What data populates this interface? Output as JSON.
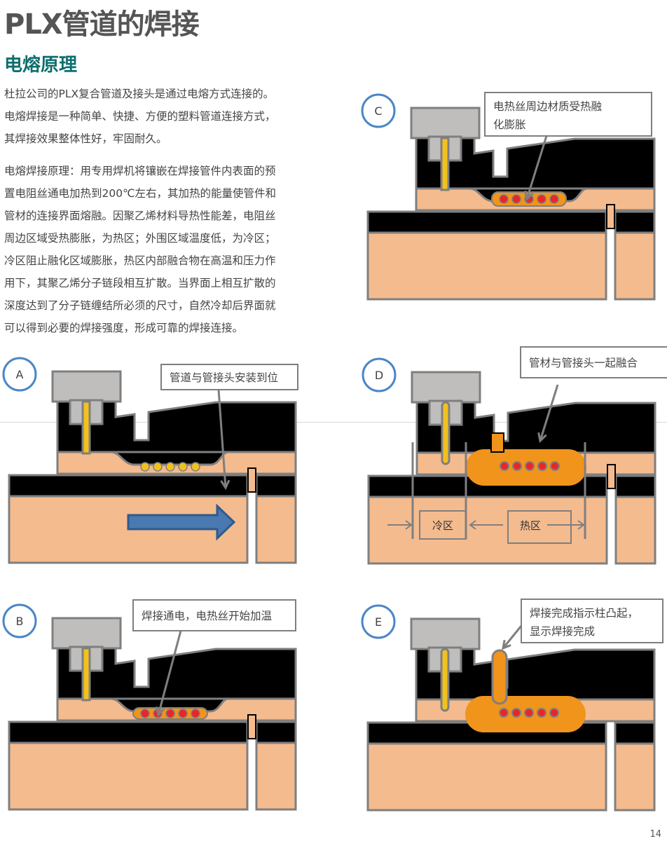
{
  "title": "PLX管道的焊接",
  "subtitle": "电熔原理",
  "intro_lines": [
    "杜拉公司的PLX复合管道及接头是通过电熔方式连接的。",
    "电熔焊接是一种简单、快捷、方便的塑料管道连接方式，",
    "其焊接效果整体性好，牢固耐久。"
  ],
  "principle_lines": [
    "电熔焊接原理：用专用焊机将镶嵌在焊接管件内表面的预",
    "置电阻丝通电加热到200℃左右，其加热的能量使管件和",
    "管材的连接界面熔融。因聚乙烯材料导热性能差，电阻丝",
    "周边区域受热膨胀，为热区；外围区域温度低，为冷区；",
    "冷区阻止融化区域膨胀，热区内部融合物在高温和压力作",
    "用下，其聚乙烯分子链段相互扩散。当界面上相互扩散的",
    "深度达到了分子链缠结所必须的尺寸，自然冷却后界面就",
    "可以得到必要的焊接强度，形成可靠的焊接连接。"
  ],
  "panels": {
    "A": {
      "letter": "A",
      "caption": [
        "管道与管接头安装到位"
      ]
    },
    "B": {
      "letter": "B",
      "caption": [
        "焊接通电，电热丝开始加温"
      ]
    },
    "C": {
      "letter": "C",
      "caption": [
        "电热丝周边材质受热融",
        "化膨胀"
      ]
    },
    "D": {
      "letter": "D",
      "caption": [
        "管材与管接头一起融合"
      ],
      "cold_zone": "冷区",
      "hot_zone": "热区"
    },
    "E": {
      "letter": "E",
      "caption": [
        "焊接完成指示柱凸起，",
        "显示焊接完成"
      ]
    }
  },
  "page_number": "14",
  "colors": {
    "peach": "#f4bb8f",
    "orange": "#f0941c",
    "gray_head": "#bfbebd",
    "outline": "#7f7f7f",
    "red_wire": "#e8262a",
    "yellow_wire": "#f2c11d",
    "arrow_blue": "#4a78b0",
    "circle_blue": "#4a86c8"
  }
}
